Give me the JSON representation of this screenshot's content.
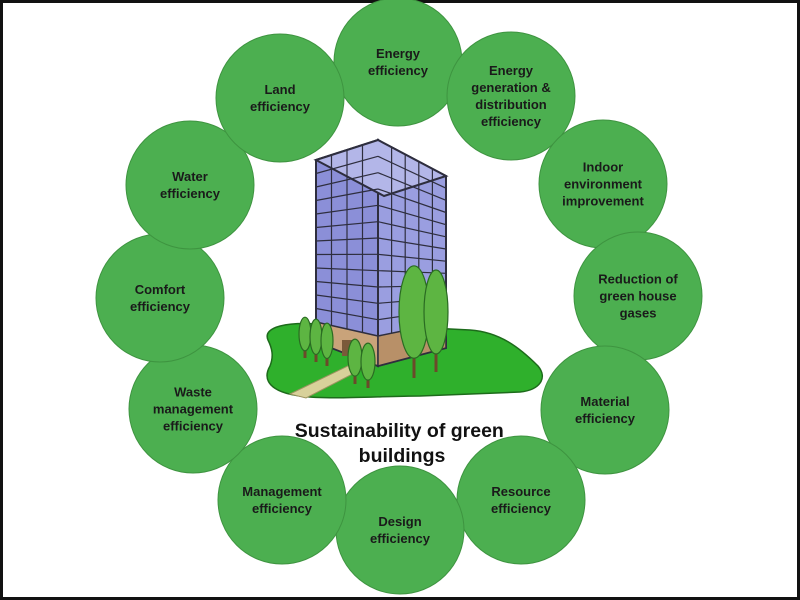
{
  "colors": {
    "circle_fill": "#4caf50",
    "circle_stroke": "#3e9440",
    "building_glass": "#8b8fd8",
    "building_frame": "#3a3a4a",
    "building_base": "#c9a37a",
    "lawn": "#2fb02c",
    "path": "#d8d19a",
    "tree": "#5db542"
  },
  "title": {
    "line1": "Sustainability of green",
    "line2": "buildings"
  },
  "circles": [
    {
      "id": "energy-efficiency",
      "lines": [
        "Energy",
        "efficiency"
      ]
    },
    {
      "id": "energy-generation",
      "lines": [
        "Energy",
        "generation &",
        "distribution",
        "efficiency"
      ]
    },
    {
      "id": "indoor-environment",
      "lines": [
        "Indoor",
        "environment",
        "improvement"
      ]
    },
    {
      "id": "reduction-ghg",
      "lines": [
        "Reduction of",
        "green house",
        "gases"
      ]
    },
    {
      "id": "material-efficiency",
      "lines": [
        "Material",
        "efficiency"
      ]
    },
    {
      "id": "resource-efficiency",
      "lines": [
        "Resource",
        "efficiency"
      ]
    },
    {
      "id": "design-efficiency",
      "lines": [
        "Design",
        "efficiency"
      ]
    },
    {
      "id": "management-efficiency",
      "lines": [
        "Management",
        "efficiency"
      ]
    },
    {
      "id": "waste-management",
      "lines": [
        "Waste",
        "management",
        "efficiency"
      ]
    },
    {
      "id": "comfort-efficiency",
      "lines": [
        "Comfort",
        "efficiency"
      ]
    },
    {
      "id": "water-efficiency",
      "lines": [
        "Water",
        "efficiency"
      ]
    },
    {
      "id": "land-efficiency",
      "lines": [
        "Land",
        "efficiency"
      ]
    }
  ]
}
